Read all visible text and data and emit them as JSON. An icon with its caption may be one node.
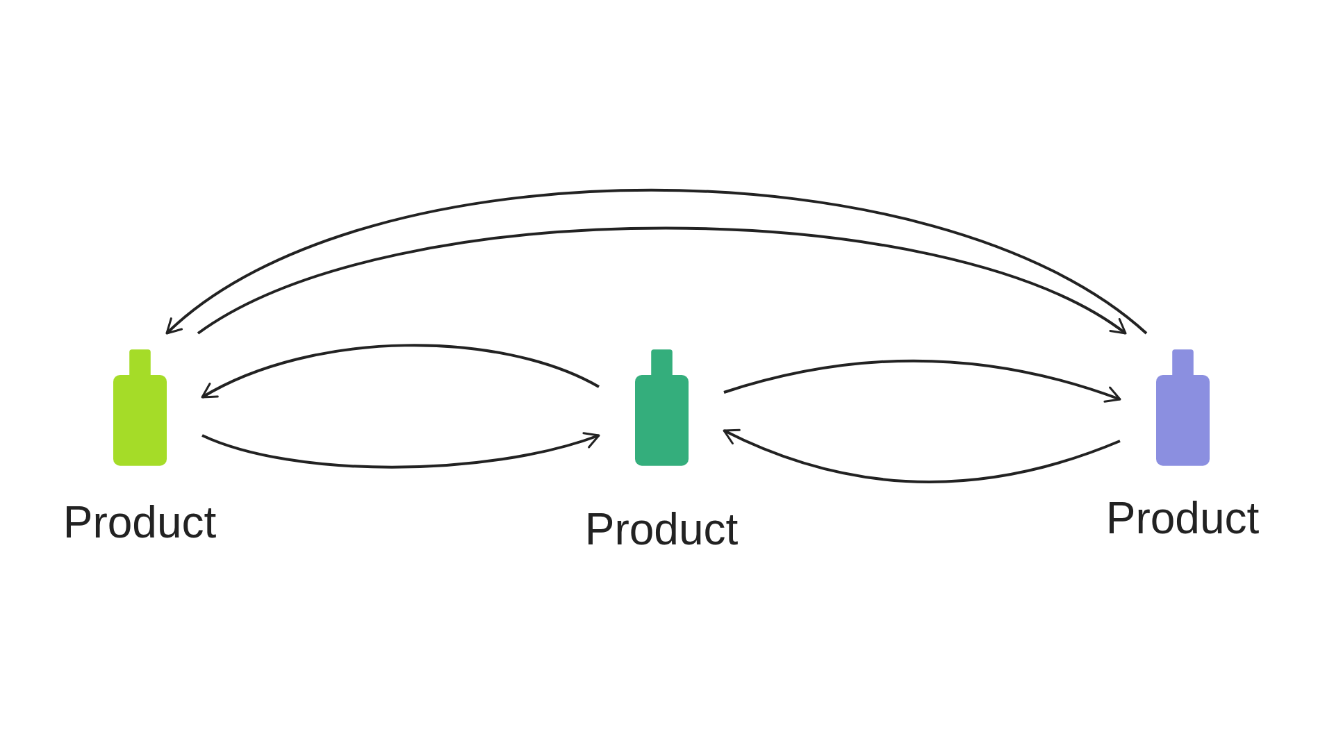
{
  "diagram": {
    "nodes": [
      {
        "text": [
          "Product"
        ]
      },
      {
        "text": [
          "Product"
        ]
      },
      {
        "text": [
          "Product"
        ]
      }
    ],
    "edges": [
      {
        "from": 2,
        "to": 0,
        "arrow": "to"
      },
      {
        "from": 0,
        "to": 2,
        "arrow": "to"
      },
      {
        "from": 1,
        "to": 0,
        "arrow": "to"
      },
      {
        "from": 0,
        "to": 1,
        "arrow": "to"
      },
      {
        "from": 1,
        "to": 2,
        "arrow": "to"
      },
      {
        "from": 2,
        "to": 1,
        "arrow": "to"
      }
    ]
  }
}
